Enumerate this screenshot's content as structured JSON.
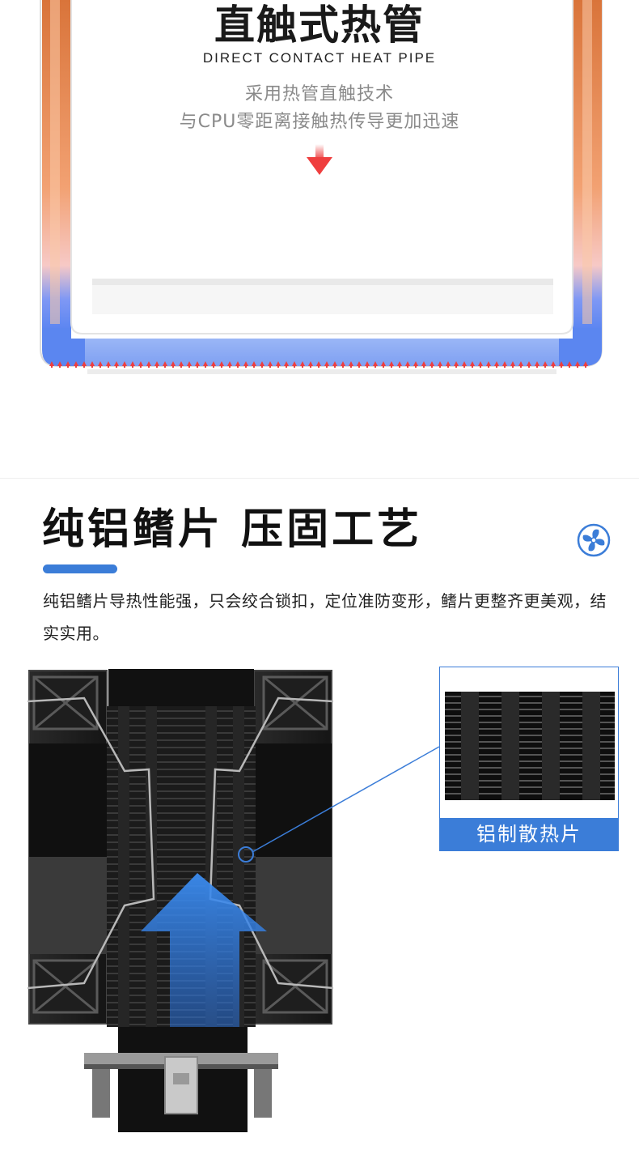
{
  "heat_pipe": {
    "title": "直触式热管",
    "subtitle": "DIRECT CONTACT HEAT PIPE",
    "desc_line1": "采用热管直触技术",
    "desc_line2": "与CPU零距离接触热传导更加迅速",
    "colors": {
      "copper": "#e8894e",
      "cool_blue": "#4f7ff0",
      "arrow_red": "#ef3e3e"
    }
  },
  "fins": {
    "title": "纯铝鳍片 压固工艺",
    "desc": "纯铝鳍片导热性能强，只会绞合锁扣，定位准防变形，鳍片更整齐更美观，结实实用。",
    "callout_label": "铝制散热片",
    "colors": {
      "accent": "#3b7dd8",
      "heatsink": "#1b1b1b"
    },
    "icon": "fan-icon"
  }
}
